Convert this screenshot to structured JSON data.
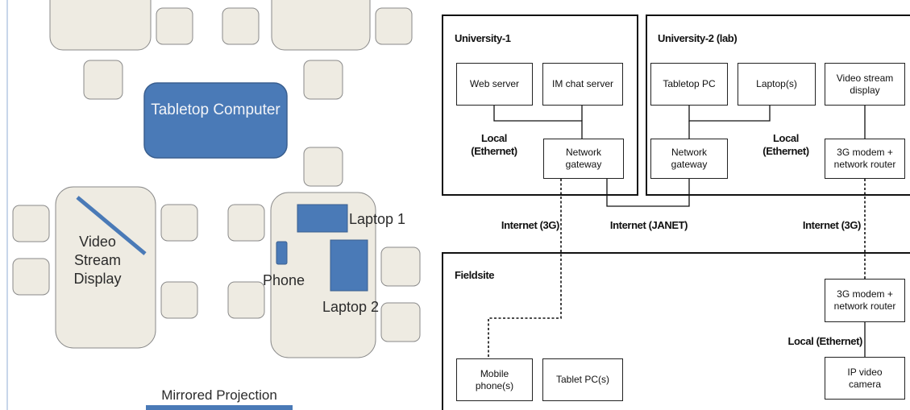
{
  "floor_plan": {
    "tabletop": "Tabletop Computer",
    "video_display": "Video Stream Display",
    "laptop1": "Laptop 1",
    "laptop2": "Laptop 2",
    "phone": "Phone",
    "projection": "Mirrored Projection",
    "colors": {
      "device": "#4a7ab7",
      "furniture": "#eeebe2",
      "outline": "#8a8a8a"
    }
  },
  "network": {
    "zones": {
      "uni1": "University-1",
      "uni2": "University-2 (lab)",
      "field": "Fieldsite"
    },
    "nodes": {
      "web_server": "Web server",
      "im_server": "IM chat server",
      "gateway1": "Network gateway",
      "tabletop_pc": "Tabletop PC",
      "laptops": "Laptop(s)",
      "video_display": "Video stream display",
      "gateway2": "Network gateway",
      "modem2": "3G modem + network router",
      "modem3": "3G modem + network router",
      "mobile": "Mobile phone(s)",
      "tablet": "Tablet PC(s)",
      "camera": "IP video camera"
    },
    "links": {
      "local1": "Local (Ethernet)",
      "local2": "Local (Ethernet)",
      "local3": "Local (Ethernet)",
      "internet_3g_1": "Internet (3G)",
      "internet_janet": "Internet (JANET)",
      "internet_3g_2": "Internet (3G)"
    }
  }
}
